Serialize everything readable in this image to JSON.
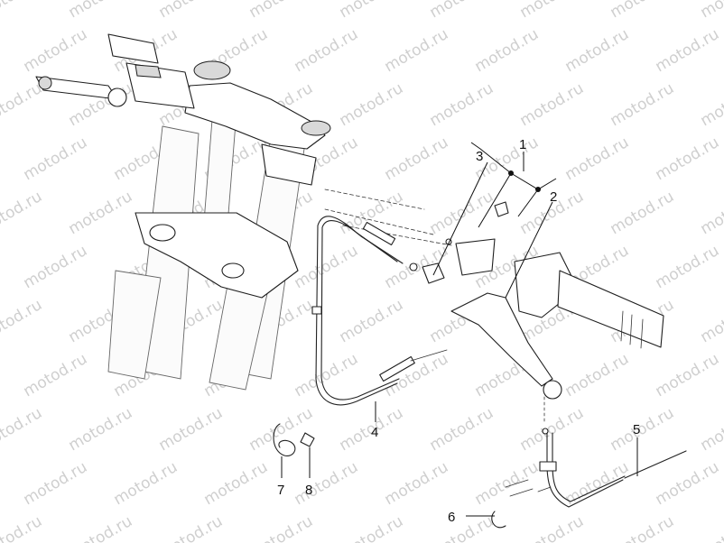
{
  "watermark": "motod.ru",
  "callouts": [
    {
      "id": "1",
      "label": "1"
    },
    {
      "id": "2",
      "label": "2"
    },
    {
      "id": "3",
      "label": "3"
    },
    {
      "id": "4",
      "label": "4"
    },
    {
      "id": "5",
      "label": "5"
    },
    {
      "id": "6",
      "label": "6"
    },
    {
      "id": "7",
      "label": "7"
    },
    {
      "id": "8",
      "label": "8"
    }
  ]
}
